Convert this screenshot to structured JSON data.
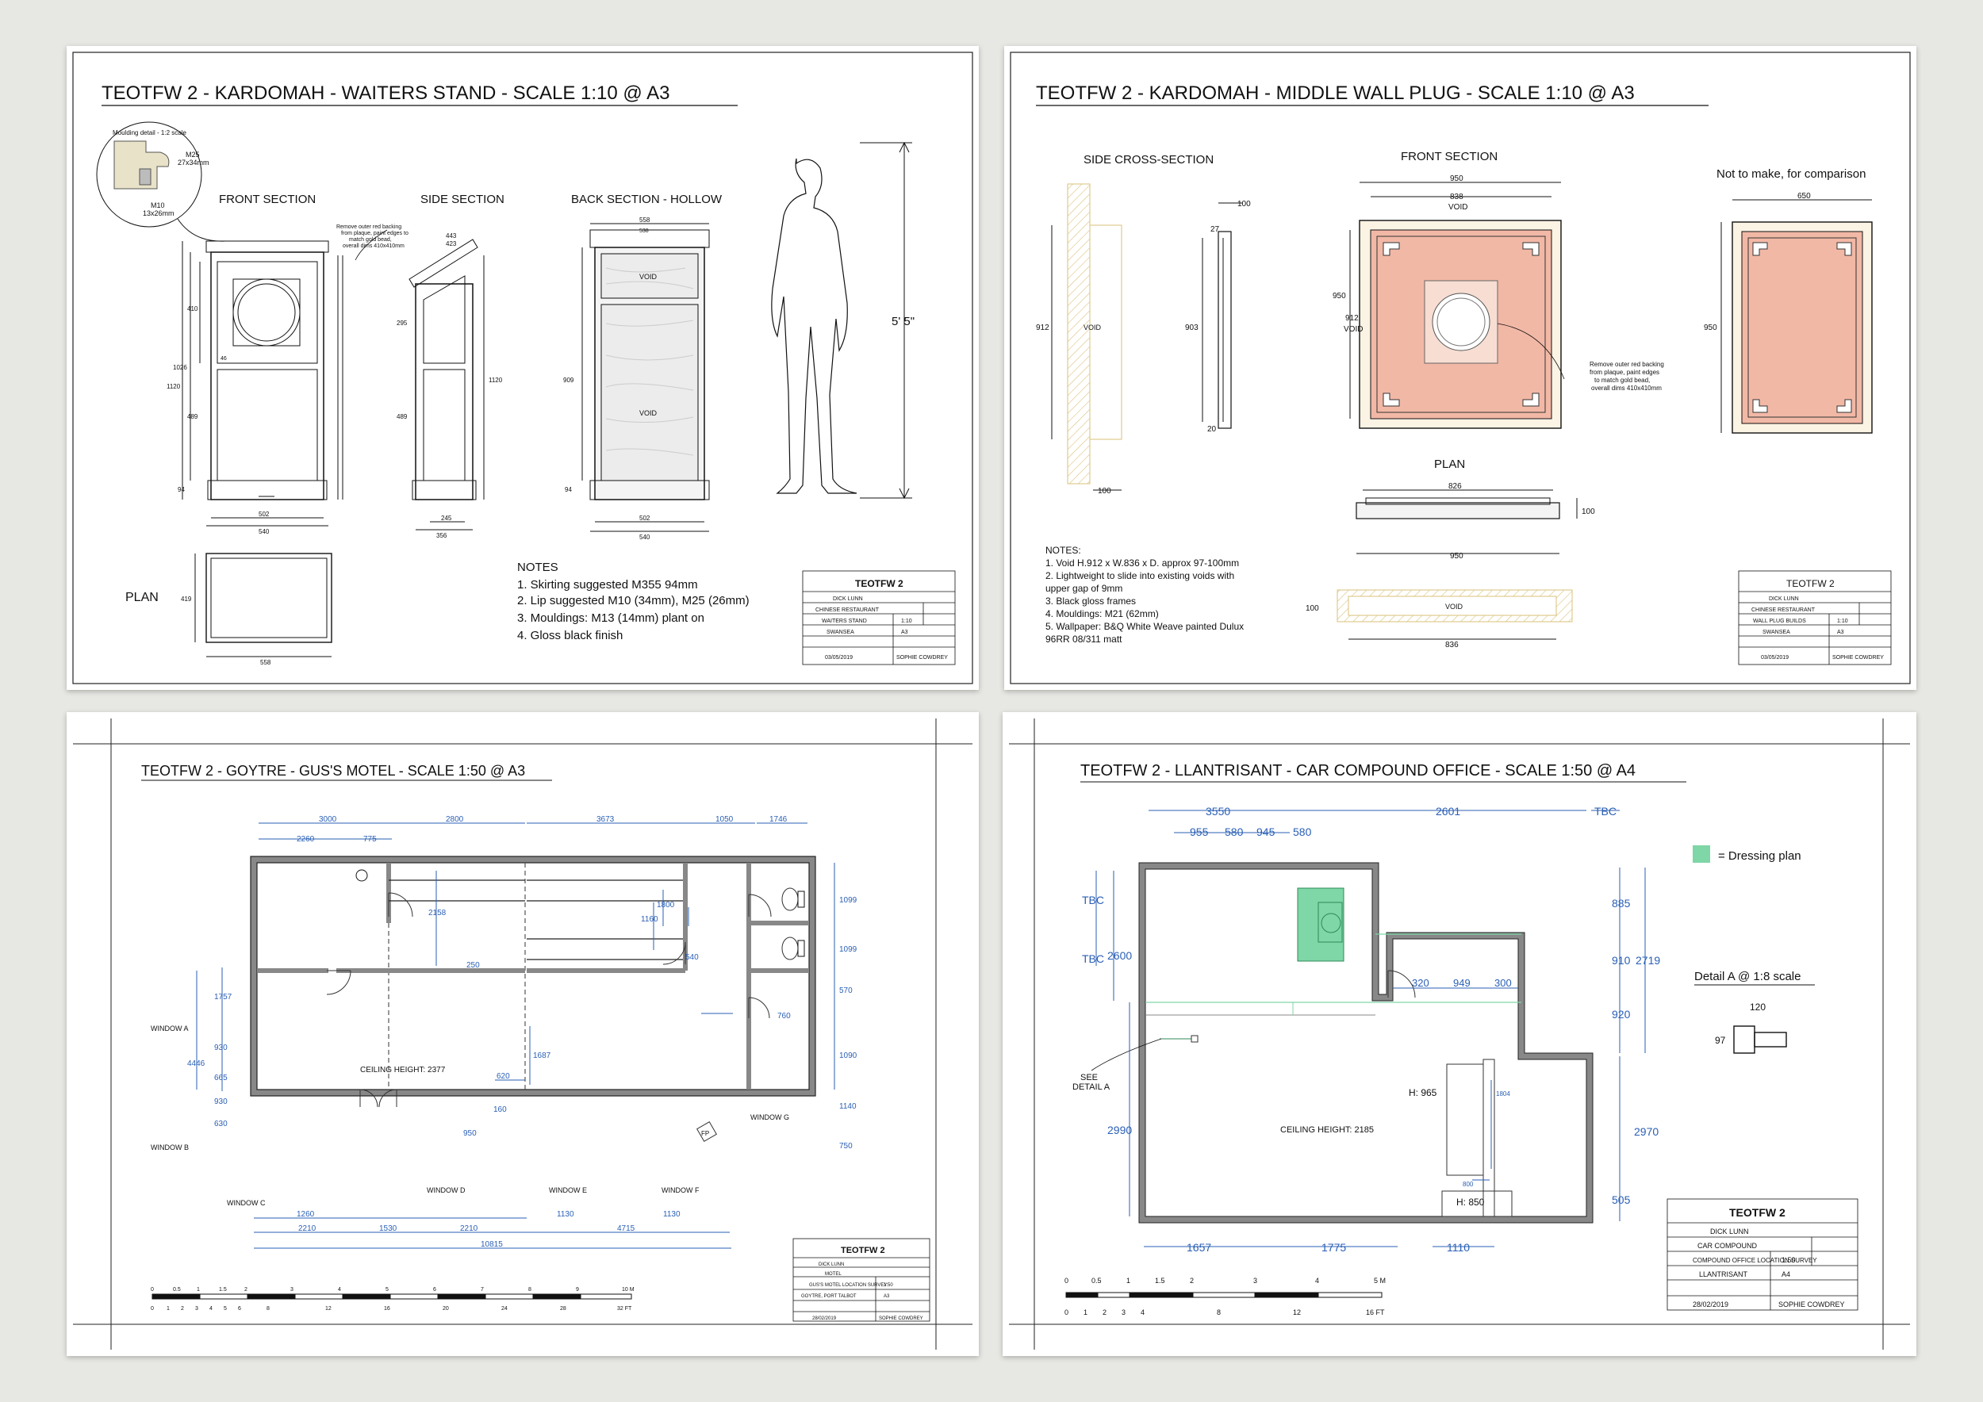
{
  "sheets": {
    "waiters": {
      "title": "TEOTFW 2 - KARDOMAH - WAITERS STAND - SCALE 1:10 @ A3",
      "moulding_detail": "Moulding detail - 1:2 scale",
      "m25": "M25",
      "m25_dims": "27x34mm",
      "m10": "M10",
      "m10_dims": "13x26mm",
      "front_section": "FRONT SECTION",
      "side_section": "SIDE SECTION",
      "back_section": "BACK SECTION - HOLLOW",
      "plan": "PLAN",
      "height": "5' 5\"",
      "void": "VOID",
      "backing_note": [
        "Remove outer red backing",
        "from plaque, paint edges to",
        "match gold bead,",
        "overall dims 410x410mm"
      ],
      "dims": {
        "d410": "410",
        "d1026": "1026",
        "d1120": "1120",
        "d489": "489",
        "d94": "94",
        "d46": "46",
        "d502": "502",
        "d540": "540",
        "d443": "443",
        "d423": "423",
        "d295": "295",
        "d245": "245",
        "d356": "356",
        "d558": "558",
        "d538": "538",
        "d909": "909",
        "d419": "419"
      },
      "notes_title": "NOTES",
      "notes": [
        "1. Skirting suggested M355 94mm",
        "2. Lip suggested M10 (34mm), M25 (26mm)",
        "3. Mouldings: M13 (14mm) plant on",
        "4. Gloss black finish"
      ],
      "tb": {
        "project": "TEOTFW 2",
        "designer": "DICK LUNN",
        "set": "CHINESE RESTAURANT",
        "drawing": "WAITERS STAND",
        "scale": "1:10",
        "location": "SWANSEA",
        "paper": "A3",
        "date": "03/05/2019",
        "drawn_by": "SOPHIE COWDREY"
      }
    },
    "plug": {
      "title": "TEOTFW 2 - KARDOMAH - MIDDLE WALL PLUG - SCALE 1:10 @ A3",
      "side_cross": "SIDE CROSS-SECTION",
      "front_section": "FRONT SECTION",
      "not_to_make": "Not to make, for comparison",
      "plan": "PLAN",
      "void": "VOID",
      "backing_note": [
        "Remove outer red backing",
        "from plaque, paint edges",
        "to match gold bead,",
        "overall dims 410x410mm"
      ],
      "dims": {
        "d912": "912",
        "d100": "100",
        "d27": "27",
        "d903": "903",
        "d20": "20",
        "d950": "950",
        "d838": "838",
        "d826": "826",
        "d836": "836",
        "d650": "650"
      },
      "notes_title": "NOTES:",
      "notes": [
        "1. Void H.912 x W.836 x D. approx 97-100mm",
        "2. Lightweight to slide into existing voids with",
        "upper gap of 9mm",
        "3. Black gloss frames",
        "4. Mouldings: M21 (62mm)",
        "5. Wallpaper: B&Q White Weave painted Dulux",
        "96RR 08/311 matt"
      ],
      "tb": {
        "project": "TEOTFW 2",
        "designer": "DICK LUNN",
        "set": "CHINESE RESTAURANT",
        "drawing": "WALL PLUG BUILDS",
        "scale": "1:10",
        "location": "SWANSEA",
        "paper": "A3",
        "date": "03/05/2019",
        "drawn_by": "SOPHIE COWDREY"
      }
    },
    "motel": {
      "title": "TEOTFW 2 - GOYTRE - GUS'S MOTEL - SCALE 1:50 @ A3",
      "ceiling": "CEILING HEIGHT: 2377",
      "windows": {
        "a": "WINDOW A",
        "b": "WINDOW B",
        "c": "WINDOW C",
        "d": "WINDOW D",
        "e": "WINDOW E",
        "f": "WINDOW F",
        "g": "WINDOW G"
      },
      "fp": "FP",
      "top_dims": {
        "d3000": "3000",
        "d2260": "2260",
        "d775": "775",
        "d2800": "2800",
        "d3673": "3673",
        "d1050": "1050",
        "d1746": "1746"
      },
      "inner_dims": {
        "d2158": "2158",
        "d1800": "1800",
        "d1160": "1160",
        "d540": "540",
        "d250": "250",
        "d760": "760",
        "d1687": "1687",
        "d620": "620",
        "d160": "160",
        "d950": "950"
      },
      "left_dims": {
        "d1757": "1757",
        "d930a": "930",
        "d4446": "4446",
        "d665": "665",
        "d930b": "930",
        "d630": "630"
      },
      "right_dims": {
        "d1099a": "1099",
        "d1099b": "1099",
        "d570": "570",
        "d1090": "1090",
        "d1140": "1140",
        "d750": "750"
      },
      "bottom_dims": {
        "d1260": "1260",
        "d2210a": "2210",
        "d1530": "1530",
        "d2210b": "2210",
        "d1130a": "1130",
        "d1130b": "1130",
        "d4715": "4715",
        "d10815": "10815"
      },
      "scale_m": [
        "0",
        "0.5",
        "1",
        "1.5",
        "2",
        "3",
        "4",
        "5",
        "6",
        "7",
        "8",
        "9",
        "10 M"
      ],
      "scale_ft": [
        "0",
        "1",
        "2",
        "3",
        "4",
        "5",
        "6",
        "8",
        "12",
        "16",
        "20",
        "24",
        "28",
        "32 FT"
      ],
      "tb": {
        "project": "TEOTFW 2",
        "designer": "DICK LUNN",
        "set": "MOTEL",
        "drawing": "GUS'S MOTEL LOCATION SURVEY",
        "scale": "1:50",
        "location": "GOYTRE, PORT TALBOT",
        "paper": "A3",
        "date": "28/02/2019",
        "drawn_by": "SOPHIE COWDREY"
      }
    },
    "office": {
      "title": "TEOTFW 2 - LLANTRISANT - CAR COMPOUND OFFICE - SCALE 1:50 @ A4",
      "legend": "= Dressing plan",
      "detail": "Detail A @ 1:8 scale",
      "see_detail": [
        "SEE",
        "DETAIL A"
      ],
      "ceiling": "CEILING HEIGHT: 2185",
      "h965": "H: 965",
      "h850": "H: 850",
      "dims": {
        "d3550": "3550",
        "d2601": "2601",
        "tbc1": "TBC",
        "d955": "955",
        "d580a": "580",
        "d945": "945",
        "d580b": "580",
        "tbc2": "TBC",
        "tbc3": "TBC",
        "d2600": "2600",
        "d2990": "2990",
        "d320": "320",
        "d949": "949",
        "d300": "300",
        "d885": "885",
        "d910": "910",
        "d2719": "2719",
        "d920": "920",
        "d2970": "2970",
        "d505": "505",
        "d1804": "1804",
        "d800": "800",
        "d1657": "1657",
        "d1775": "1775",
        "d1110": "1110",
        "d120": "120",
        "d97": "97"
      },
      "scale_m": [
        "0",
        "0.5",
        "1",
        "1.5",
        "2",
        "3",
        "4",
        "5 M"
      ],
      "scale_ft": [
        "0",
        "1",
        "2",
        "3",
        "4",
        "8",
        "12",
        "16 FT"
      ],
      "tb": {
        "project": "TEOTFW 2",
        "designer": "DICK LUNN",
        "set": "CAR COMPOUND",
        "drawing": "COMPOUND OFFICE LOCATION SURVEY",
        "scale": "1:50",
        "location": "LLANTRISANT",
        "paper": "A4",
        "date": "28/02/2019",
        "drawn_by": "SOPHIE COWDREY"
      }
    }
  },
  "colors": {
    "dim_blue": "#2a5fb5",
    "plaque_pink": "#f2b8a6",
    "hatch_gold": "#d9c27a",
    "dressing_green": "#7fd6a6"
  }
}
